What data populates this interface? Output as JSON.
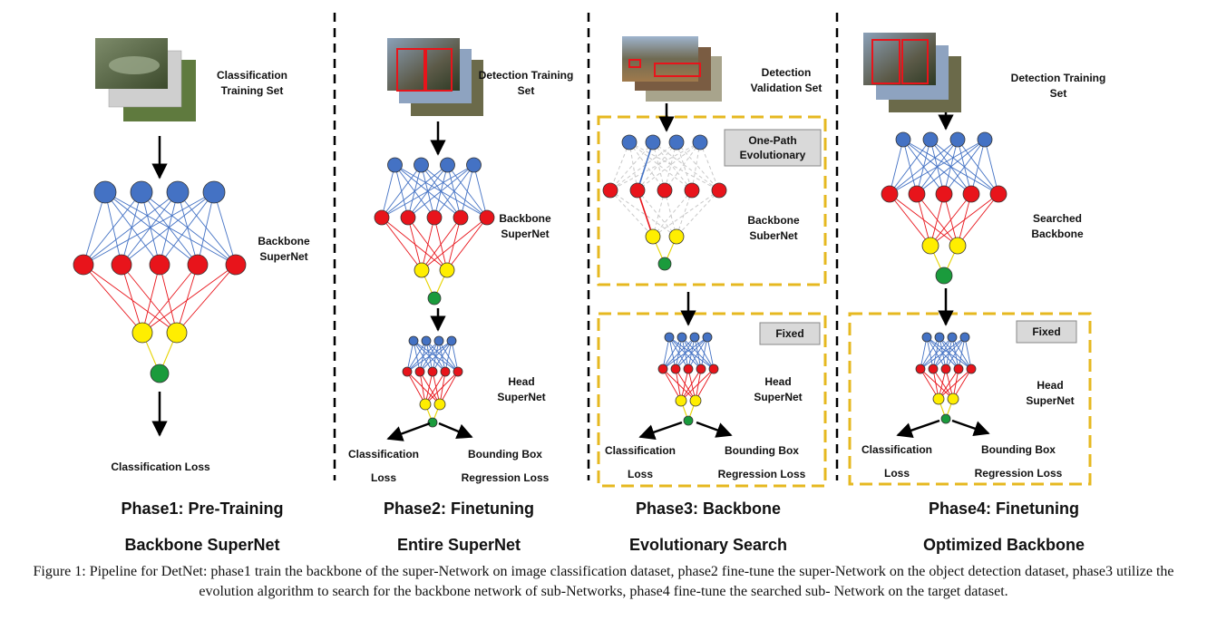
{
  "phase1": {
    "set_label": [
      "Classification",
      "Training Set"
    ],
    "net_label": [
      "Backbone",
      "SuperNet"
    ],
    "loss_label": "Classification Loss",
    "title": "Phase1: Pre-Training",
    "subtitle": "Backbone SuperNet"
  },
  "phase2": {
    "set_label": [
      "Detection Training",
      "Set"
    ],
    "backbone_label": [
      "Backbone",
      "SuperNet"
    ],
    "head_label": [
      "Head",
      "SuperNet"
    ],
    "loss_left": [
      "Classification",
      "Loss"
    ],
    "loss_right": [
      "Bounding Box",
      "Regression Loss"
    ],
    "title": "Phase2: Finetuning",
    "subtitle": "Entire SuperNet"
  },
  "phase3": {
    "set_label": [
      "Detection",
      "Validation Set"
    ],
    "search_tag": [
      "One-Path",
      "Evolutionary"
    ],
    "backbone_label": [
      "Backbone",
      "SuberNet"
    ],
    "fixed_tag": "Fixed",
    "head_label": [
      "Head",
      "SuperNet"
    ],
    "loss_left": [
      "Classification",
      "Loss"
    ],
    "loss_right": [
      "Bounding Box",
      "Regression Loss"
    ],
    "title": "Phase3: Backbone",
    "subtitle": "Evolutionary Search"
  },
  "phase4": {
    "set_label": [
      "Detection Training",
      "Set"
    ],
    "backbone_label": [
      "Searched",
      "Backbone"
    ],
    "fixed_tag": "Fixed",
    "head_label": [
      "Head",
      "SuperNet"
    ],
    "loss_left": [
      "Classification",
      "Loss"
    ],
    "loss_right": [
      "Bounding Box",
      "Regression Loss"
    ],
    "title": "Phase4: Finetuning",
    "subtitle": "Optimized Backbone"
  },
  "caption": "Figure 1: Pipeline for DetNet: phase1 train the backbone of the super-Network on image classification dataset, phase2 fine-tune the super-Network on the object detection dataset, phase3 utilize the evolution algorithm to search for the backbone network of sub-Networks, phase4 fine-tune the searched sub- Network on the target dataset.",
  "colors": {
    "input_node": "#4472c4",
    "backbone_node": "#e8141b",
    "neck_node": "#ffee00",
    "output_node": "#1a9b3c",
    "dashed_box": "#e6b820",
    "tag_fill": "#d9d9d9"
  }
}
